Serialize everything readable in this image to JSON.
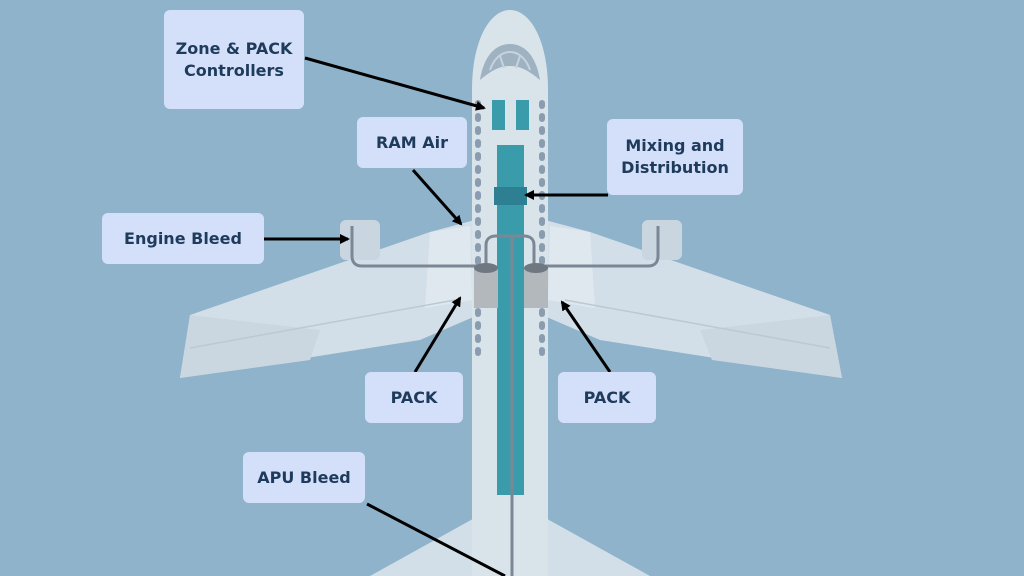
{
  "labels": {
    "zone_pack_controllers": "Zone & PACK\nControllers",
    "ram_air": "RAM Air",
    "mixing_distribution": "Mixing and\nDistribution",
    "engine_bleed": "Engine Bleed",
    "pack_left": "PACK",
    "pack_right": "PACK",
    "apu_bleed": "APU Bleed"
  },
  "colors": {
    "background": "#8fb3cb",
    "label_fill": "#d4e0fa",
    "label_text": "#1e3b5c",
    "fuselage": "#d9e3ea",
    "wing": "#d3dfe8",
    "duct": "#3a9cab",
    "arrow": "#000000"
  }
}
